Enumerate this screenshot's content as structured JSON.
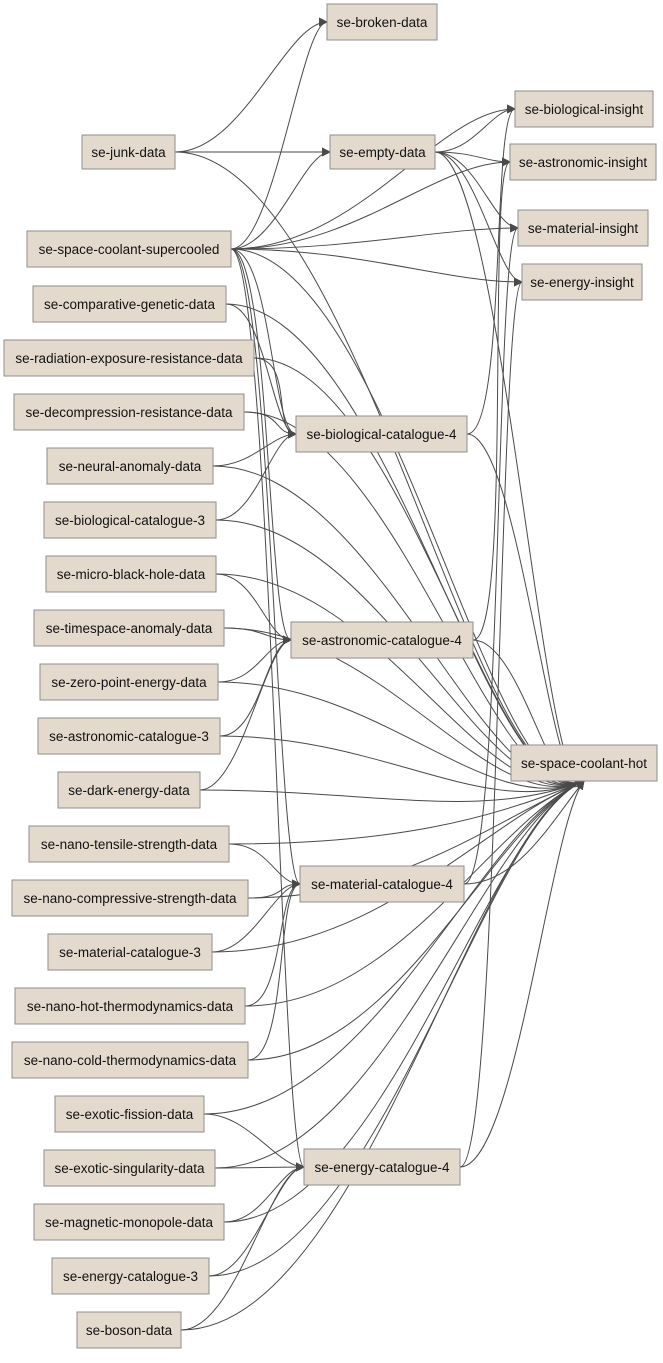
{
  "colors": {
    "node_fill": "#e4d9cd",
    "node_border": "#8e8e8e",
    "edge": "#4a4a4a",
    "background": "#ffffff"
  },
  "nodes": [
    {
      "id": "broken",
      "label": "se-broken-data"
    },
    {
      "id": "junk",
      "label": "se-junk-data"
    },
    {
      "id": "empty",
      "label": "se-empty-data"
    },
    {
      "id": "bioins",
      "label": "se-biological-insight"
    },
    {
      "id": "astroins",
      "label": "se-astronomic-insight"
    },
    {
      "id": "matins",
      "label": "se-material-insight"
    },
    {
      "id": "energyins",
      "label": "se-energy-insight"
    },
    {
      "id": "supercooled",
      "label": "se-space-coolant-supercooled"
    },
    {
      "id": "compgen",
      "label": "se-comparative-genetic-data"
    },
    {
      "id": "radexp",
      "label": "se-radiation-exposure-resistance-data"
    },
    {
      "id": "decomp",
      "label": "se-decompression-resistance-data"
    },
    {
      "id": "biocat4",
      "label": "se-biological-catalogue-4"
    },
    {
      "id": "neural",
      "label": "se-neural-anomaly-data"
    },
    {
      "id": "biocat3",
      "label": "se-biological-catalogue-3"
    },
    {
      "id": "microbh",
      "label": "se-micro-black-hole-data"
    },
    {
      "id": "timespace",
      "label": "se-timespace-anomaly-data"
    },
    {
      "id": "astrocat4",
      "label": "se-astronomic-catalogue-4"
    },
    {
      "id": "zeropoint",
      "label": "se-zero-point-energy-data"
    },
    {
      "id": "astrocat3",
      "label": "se-astronomic-catalogue-3"
    },
    {
      "id": "darkenergy",
      "label": "se-dark-energy-data"
    },
    {
      "id": "hot",
      "label": "se-space-coolant-hot"
    },
    {
      "id": "nanotensile",
      "label": "se-nano-tensile-strength-data"
    },
    {
      "id": "nanocomp",
      "label": "se-nano-compressive-strength-data"
    },
    {
      "id": "matcat4",
      "label": "se-material-catalogue-4"
    },
    {
      "id": "matcat3",
      "label": "se-material-catalogue-3"
    },
    {
      "id": "nanohot",
      "label": "se-nano-hot-thermodynamics-data"
    },
    {
      "id": "nanocold",
      "label": "se-nano-cold-thermodynamics-data"
    },
    {
      "id": "fission",
      "label": "se-exotic-fission-data"
    },
    {
      "id": "singularity",
      "label": "se-exotic-singularity-data"
    },
    {
      "id": "energycat4",
      "label": "se-energy-catalogue-4"
    },
    {
      "id": "monopole",
      "label": "se-magnetic-monopole-data"
    },
    {
      "id": "energycat3",
      "label": "se-energy-catalogue-3"
    },
    {
      "id": "boson",
      "label": "se-boson-data"
    }
  ],
  "edges": [
    [
      "junk",
      "broken"
    ],
    [
      "junk",
      "empty"
    ],
    [
      "junk",
      "hot"
    ],
    [
      "supercooled",
      "broken"
    ],
    [
      "supercooled",
      "empty"
    ],
    [
      "supercooled",
      "bioins"
    ],
    [
      "supercooled",
      "astroins"
    ],
    [
      "supercooled",
      "matins"
    ],
    [
      "supercooled",
      "energyins"
    ],
    [
      "supercooled",
      "biocat4"
    ],
    [
      "supercooled",
      "astrocat4"
    ],
    [
      "supercooled",
      "matcat4"
    ],
    [
      "supercooled",
      "energycat4"
    ],
    [
      "supercooled",
      "hot"
    ],
    [
      "empty",
      "bioins"
    ],
    [
      "empty",
      "astroins"
    ],
    [
      "empty",
      "matins"
    ],
    [
      "empty",
      "energyins"
    ],
    [
      "empty",
      "hot"
    ],
    [
      "compgen",
      "biocat4"
    ],
    [
      "compgen",
      "hot"
    ],
    [
      "radexp",
      "biocat4"
    ],
    [
      "radexp",
      "hot"
    ],
    [
      "decomp",
      "biocat4"
    ],
    [
      "decomp",
      "hot"
    ],
    [
      "neural",
      "biocat4"
    ],
    [
      "neural",
      "hot"
    ],
    [
      "biocat3",
      "biocat4"
    ],
    [
      "biocat3",
      "hot"
    ],
    [
      "biocat4",
      "bioins"
    ],
    [
      "biocat4",
      "hot"
    ],
    [
      "microbh",
      "astrocat4"
    ],
    [
      "microbh",
      "hot"
    ],
    [
      "timespace",
      "astrocat4"
    ],
    [
      "timespace",
      "hot"
    ],
    [
      "zeropoint",
      "astrocat4"
    ],
    [
      "zeropoint",
      "hot"
    ],
    [
      "astrocat3",
      "astrocat4"
    ],
    [
      "astrocat3",
      "hot"
    ],
    [
      "darkenergy",
      "astrocat4"
    ],
    [
      "darkenergy",
      "hot"
    ],
    [
      "astrocat4",
      "astroins"
    ],
    [
      "astrocat4",
      "hot"
    ],
    [
      "nanotensile",
      "matcat4"
    ],
    [
      "nanotensile",
      "hot"
    ],
    [
      "nanocomp",
      "matcat4"
    ],
    [
      "nanocomp",
      "hot"
    ],
    [
      "matcat3",
      "matcat4"
    ],
    [
      "matcat3",
      "hot"
    ],
    [
      "nanohot",
      "matcat4"
    ],
    [
      "nanohot",
      "hot"
    ],
    [
      "nanocold",
      "matcat4"
    ],
    [
      "nanocold",
      "hot"
    ],
    [
      "matcat4",
      "matins"
    ],
    [
      "matcat4",
      "hot"
    ],
    [
      "fission",
      "energycat4"
    ],
    [
      "fission",
      "hot"
    ],
    [
      "singularity",
      "energycat4"
    ],
    [
      "singularity",
      "hot"
    ],
    [
      "monopole",
      "energycat4"
    ],
    [
      "monopole",
      "hot"
    ],
    [
      "energycat3",
      "energycat4"
    ],
    [
      "energycat3",
      "hot"
    ],
    [
      "boson",
      "energycat4"
    ],
    [
      "boson",
      "hot"
    ],
    [
      "energycat4",
      "energyins"
    ],
    [
      "energycat4",
      "hot"
    ]
  ]
}
